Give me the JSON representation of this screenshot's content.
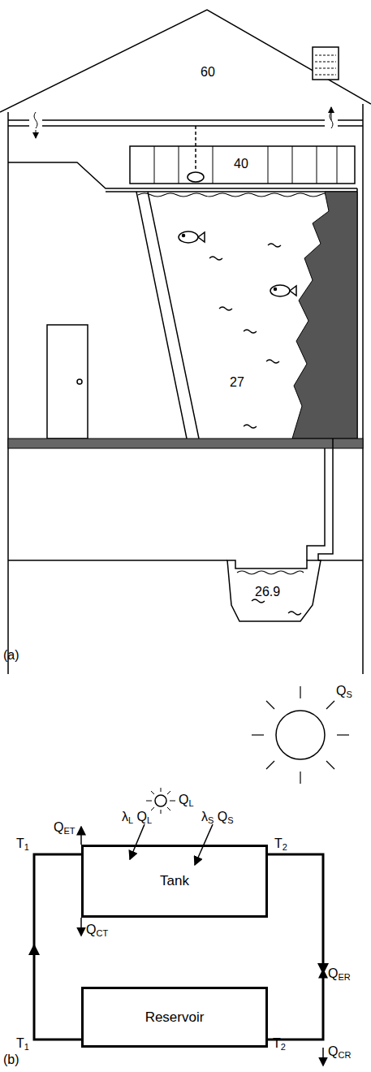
{
  "diagram": {
    "nodes": [
      {
        "text": [
          "Tank"
        ]
      },
      {
        "text": [
          "Reservoir"
        ]
      }
    ],
    "edges": [
      {
        "from": 0,
        "to": 1,
        "arrow": "to"
      },
      {
        "from": 1,
        "to": 0,
        "arrow": "to"
      }
    ],
    "labels": [
      "60",
      "40",
      "27",
      "26.9",
      "(a)",
      "QS",
      "QL",
      "λL QL",
      "λS QS",
      "QET",
      "QCT",
      "T1",
      "T2",
      "T1",
      "T2",
      "QER",
      "QCR",
      "(b)"
    ]
  }
}
